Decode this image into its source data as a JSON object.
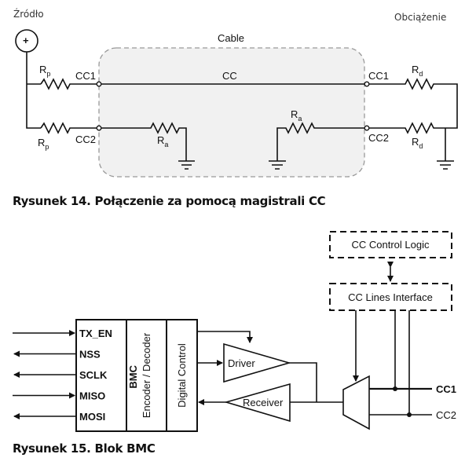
{
  "figure14": {
    "source_label": "Źródło",
    "load_label": "Obciążenie",
    "cable_label": "Cable",
    "cc_label": "CC",
    "source_symbol": "+",
    "pins": {
      "cc1_left": "CC1",
      "cc2_left": "CC2",
      "cc1_right": "CC1",
      "cc2_right": "CC2"
    },
    "resistors": {
      "rp": "R",
      "rp_sub": "p",
      "ra": "R",
      "ra_sub": "a",
      "rd": "R",
      "rd_sub": "d"
    },
    "caption": "Rysunek 14. Połączenie za pomocą magistrali CC"
  },
  "figure15": {
    "signals": [
      "TX_EN",
      "NSS",
      "SCLK",
      "MISO",
      "MOSI"
    ],
    "signal_directions": [
      "in",
      "out",
      "out",
      "in",
      "out"
    ],
    "bmc_line1": "BMC",
    "bmc_line2": "Encoder / Decoder",
    "digital_control": "Digital Control",
    "driver": "Driver",
    "receiver": "Receiver",
    "cc_control_logic": "CC Control Logic",
    "cc_lines_interface": "CC Lines Interface",
    "cc1": "CC1",
    "cc2": "CC2",
    "caption": "Rysunek 15. Blok BMC"
  }
}
